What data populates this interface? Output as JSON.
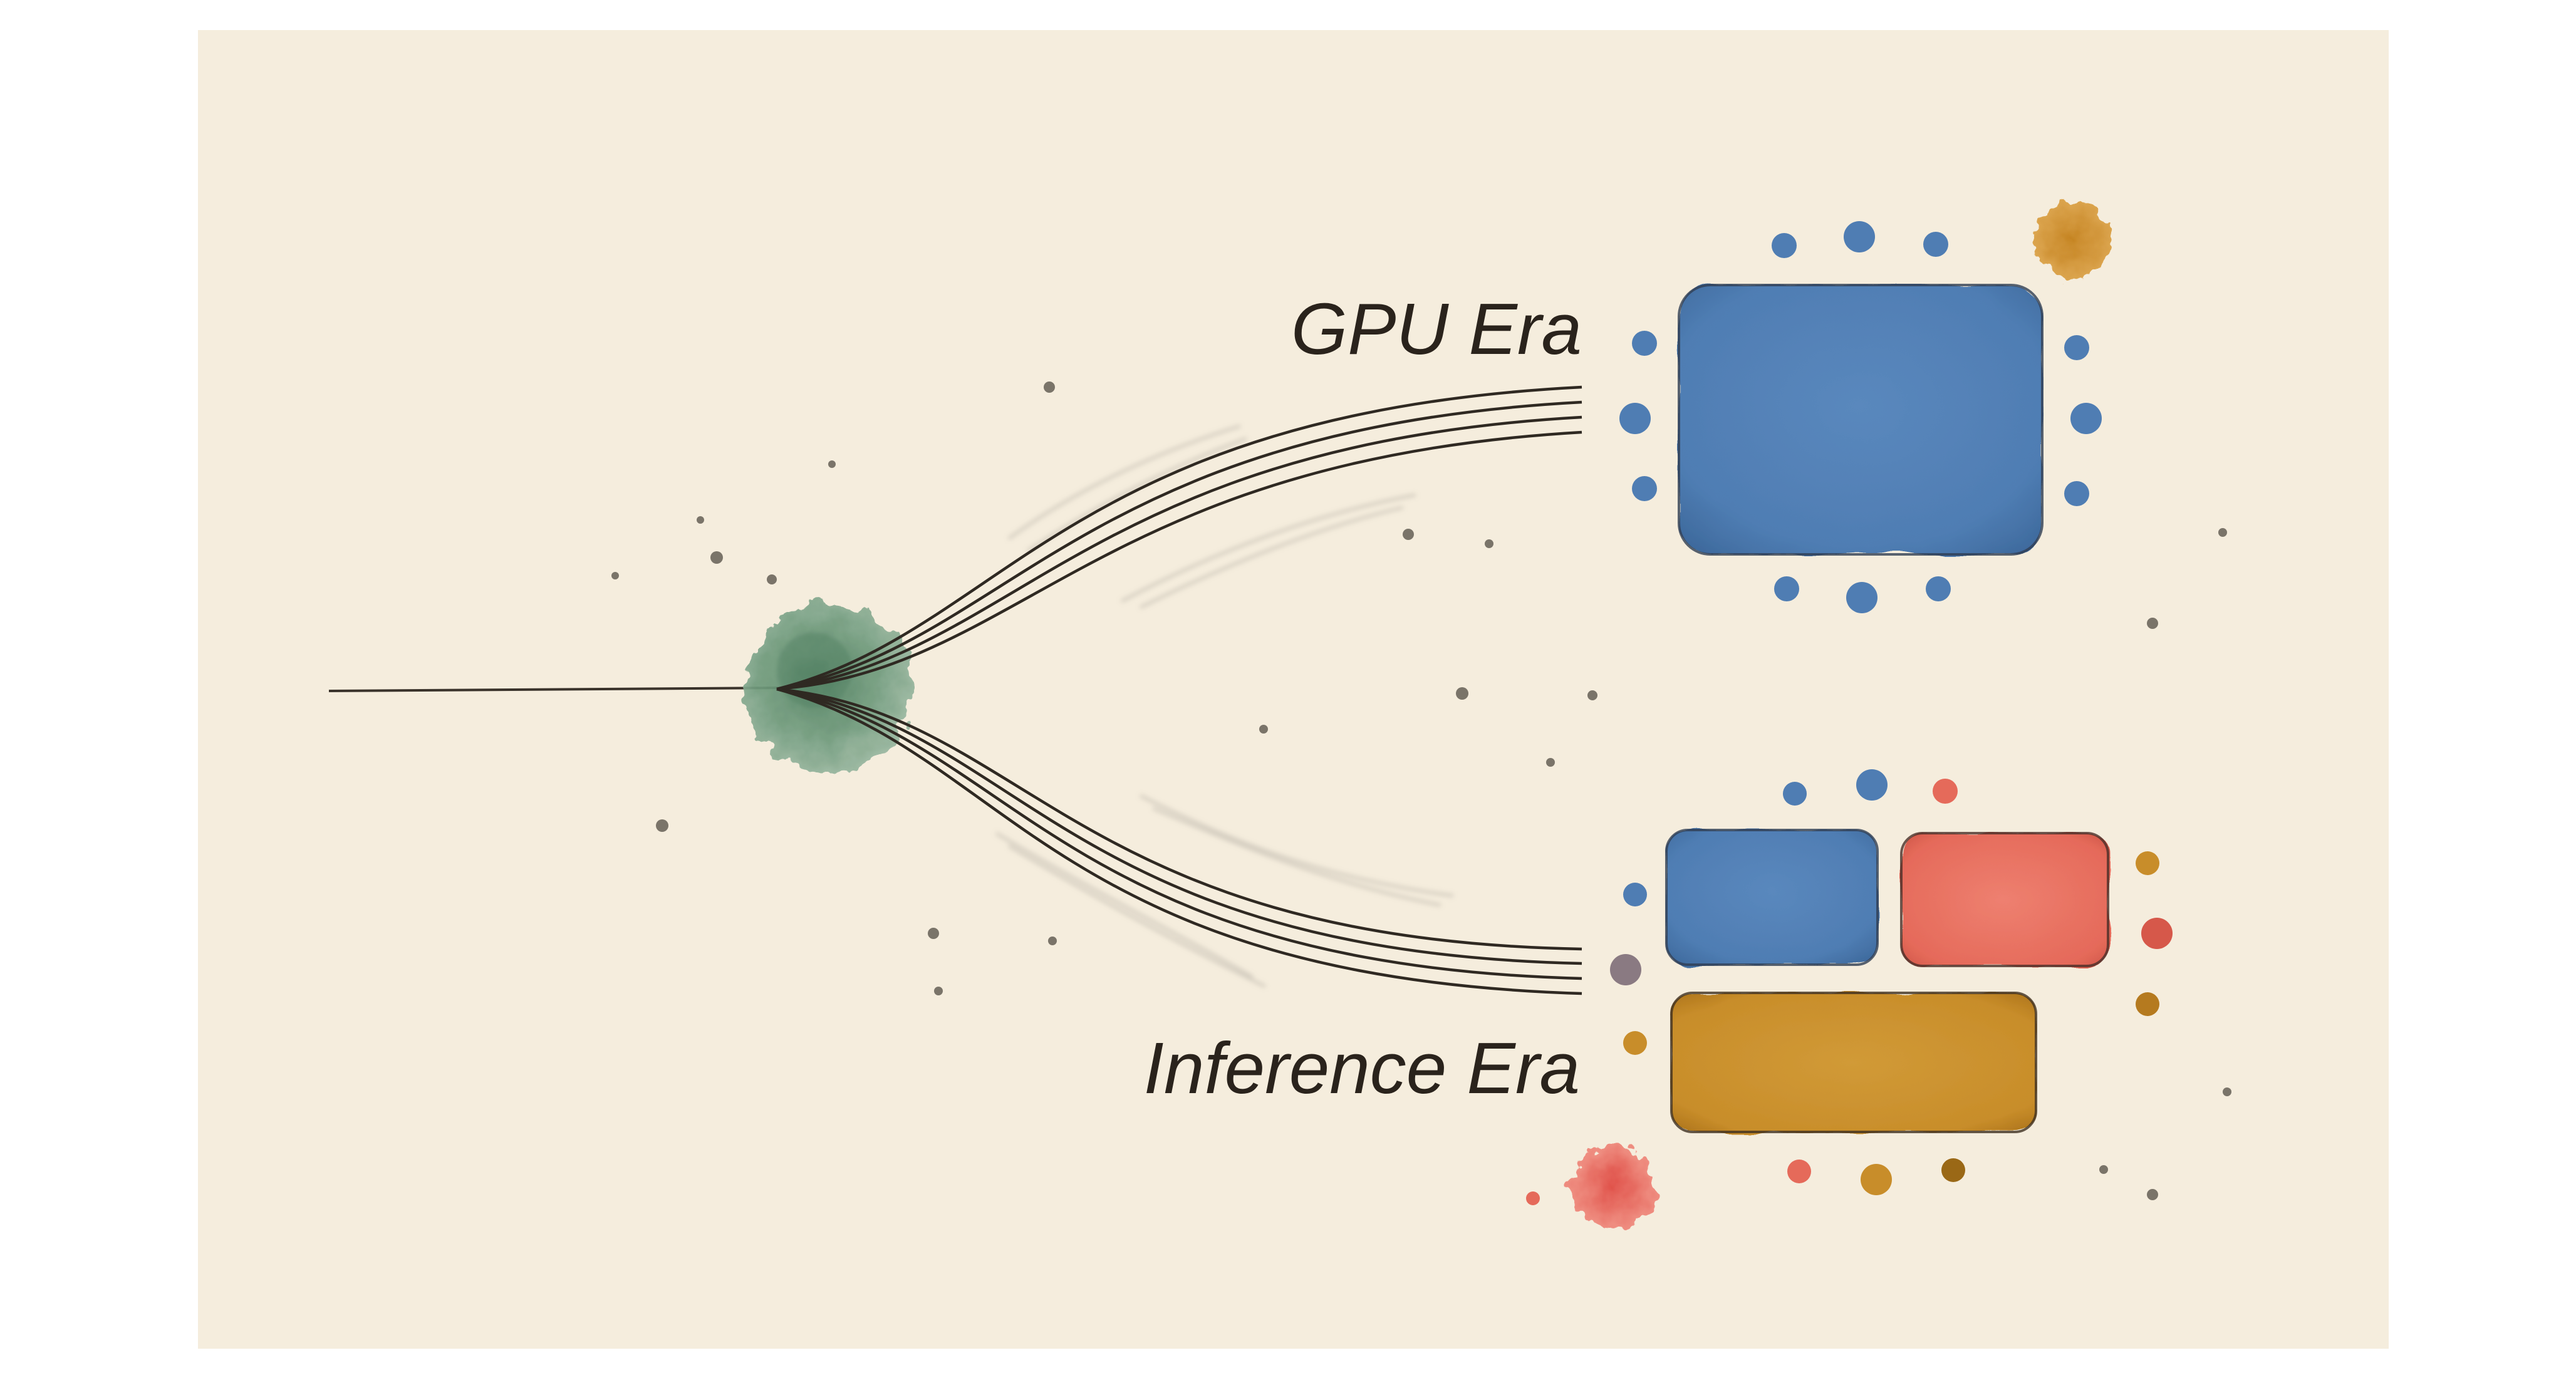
{
  "diagram": {
    "labels": {
      "top": "GPU Era",
      "bottom": "Inference Era"
    },
    "colors": {
      "page": "#ffffff",
      "paper": "#f5eddd",
      "ink": "#2a231c",
      "origin_green": "#6f9a7c",
      "blue": "#4f7db3",
      "red": "#e56a5a",
      "amber": "#c88d2a",
      "mauve": "#8a7a82",
      "speck": "#7a7469"
    },
    "nodes": {
      "origin": "green-watercolor-blot",
      "gpu": "single-blue-block",
      "inference": "blue-red-amber-blocks"
    }
  }
}
